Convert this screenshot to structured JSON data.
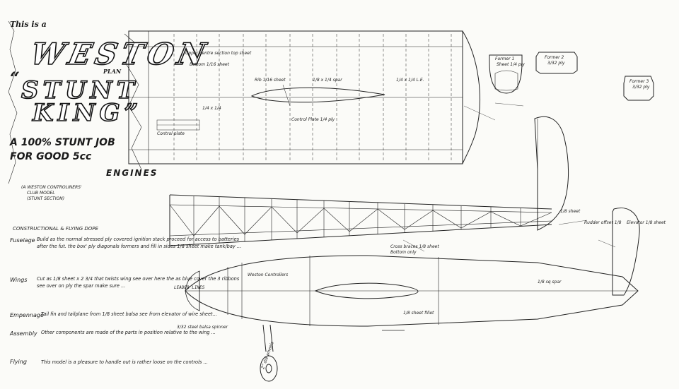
{
  "title": {
    "this_is_a": "This is a",
    "brand": "WESTON",
    "plan": "PLAN",
    "open_quote": "“",
    "stunt": "STUNT",
    "king": "KING”",
    "tagline_1": "A 100% STUNT JOB",
    "tagline_2": "FOR GOOD 5cc",
    "tagline_3": "ENGINES"
  },
  "club": {
    "line_1": "(A WESTON CONTROLINERS'",
    "line_2": "CLUB MODEL",
    "line_3": "(STUNT SECTION)"
  },
  "sections": {
    "header": "CONSTRUCTIONAL & FLYING DOPE",
    "fuselage_label": "Fuselage",
    "fuselage_text": "Build as the normal stressed ply covered ignition stack proceed for access to batteries after the fut. the box' ply diagonals formers and fill in sides 1/8 sheet make tank/bay ...",
    "wings_label": "Wings",
    "wings_text": "Cut as 1/8 sheet x 2 3/4 that twists wing see over here the as blue cover the 3 ribbons see over on ply the spar make sure ...",
    "empennage_label": "Empennage",
    "empennage_text": "Tail fin and tailplane from 1/8 sheet balsa see from elevator of wire sheet...",
    "assembly_label": "Assembly",
    "assembly_text": "Other components are made of the parts in position relative to the wing ...",
    "flying_label": "Flying",
    "flying_text": "This model is a pleasure to handle out is rather loose on the controls ..."
  },
  "formers": {
    "f1": "Former 1",
    "f1_sub": "Sheet 1/4 ply",
    "f2": "Former 2",
    "f2_sub": "3/32 ply",
    "f3": "Former 3",
    "f3_sub": "3/32 ply"
  },
  "wing_notes": [
    "Upper centre section top sheet",
    "Bottom 1/16 sheet",
    "Rib 1/16 sheet",
    "1/8 x 1/4 spar",
    "1/4 x 1/4 L.E.",
    "Control plate",
    "1/4 x 1/4",
    "Control Plate 1/4 ply"
  ],
  "fuselage_notes": [
    "1/8 sheet",
    "Cross braces 1/8 sheet",
    "Bottom only",
    "Rudder offset 1/8",
    "Elevator 1/8 sheet",
    "1/8 sq spar",
    "Weston Controllers",
    "LEADER LINES",
    "3/32 steel balsa spinner",
    "1/8 sheet fillet"
  ],
  "wheel": "2” dia wheels"
}
